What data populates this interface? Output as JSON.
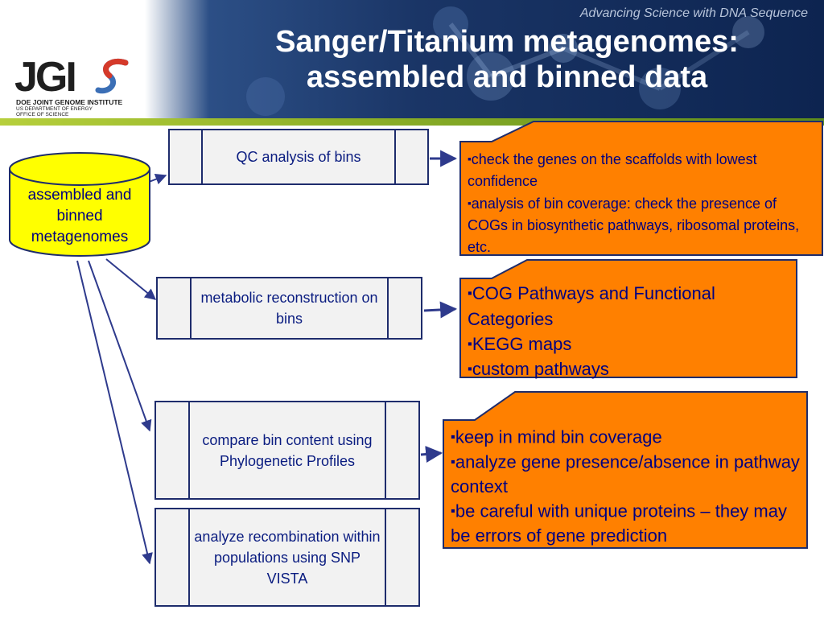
{
  "header": {
    "tagline": "Advancing Science with DNA Sequence",
    "title_line1": "Sanger/Titanium metagenomes:",
    "title_line2": "assembled and binned data",
    "logo": {
      "mark": "JGI",
      "line1": "DOE JOINT GENOME INSTITUTE",
      "line2": "US DEPARTMENT OF ENERGY",
      "line3": "OFFICE OF SCIENCE"
    }
  },
  "source": {
    "label": "assembled and binned metagenomes",
    "fill_color": "#ffff00"
  },
  "steps": [
    {
      "id": "qc",
      "label": "QC analysis of bins"
    },
    {
      "id": "metabolic",
      "label": "metabolic reconstruction on bins"
    },
    {
      "id": "compare",
      "label": "compare bin content using Phylogenetic Profiles"
    },
    {
      "id": "recombination",
      "label": "analyze recombination within populations using SNP VISTA"
    }
  ],
  "notes": [
    {
      "id": "qc-notes",
      "bullets": [
        "check the genes on the scaffolds with lowest confidence",
        "analysis of bin coverage: check the presence of COGs in biosynthetic pathways, ribosomal proteins, etc."
      ]
    },
    {
      "id": "metabolic-notes",
      "bullets": [
        "COG Pathways and Functional Categories",
        "KEGG maps",
        "custom pathways"
      ]
    },
    {
      "id": "compare-notes",
      "bullets": [
        "keep in mind bin coverage",
        "analyze gene presence/absence in pathway context",
        "be careful with unique proteins – they may be errors of gene prediction"
      ]
    }
  ],
  "bullet_glyph": "▪",
  "colors": {
    "note_fill": "#ff8000",
    "step_border": "#1e2c6c",
    "step_text": "#0a1c80",
    "note_text": "#000080",
    "arrow": "#2e3a8c",
    "header_blue": "#1a3566",
    "accent_green": "#8fb128"
  }
}
